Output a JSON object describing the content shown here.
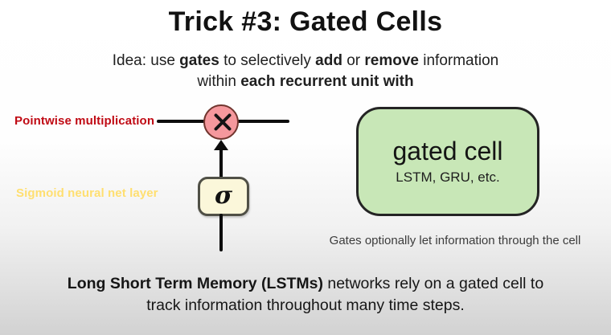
{
  "title": "Trick #3: Gated Cells",
  "subtitle": {
    "line1": {
      "s0": "Idea: use ",
      "s1": "gates",
      "s2": " to selectively ",
      "s3": "add",
      "s4": " or ",
      "s5": "remove",
      "s6": " information"
    },
    "line2": {
      "s0": "within ",
      "s1": "each recurrent unit with"
    }
  },
  "diagram": {
    "pointwise_label": "Pointwise multiplication",
    "sigmoid_label": "Sigmoid neural net layer",
    "sigma_symbol": "σ",
    "colors": {
      "pointwise_label_color": "#c00a14",
      "sigmoid_label_color": "#ffdf70",
      "multiply_fill": "#f5989d",
      "sigma_fill": "#fbf7da"
    }
  },
  "gated_cell": {
    "title": "gated cell",
    "subtitle": "LSTM, GRU, etc.",
    "fill": "#c8e7b7"
  },
  "caption": "Gates optionally let information through the cell",
  "footer": {
    "line1_bold": "Long Short Term Memory (LSTMs)",
    "line1_rest": " networks rely on a gated cell to",
    "line2": "track information throughout many time steps."
  }
}
